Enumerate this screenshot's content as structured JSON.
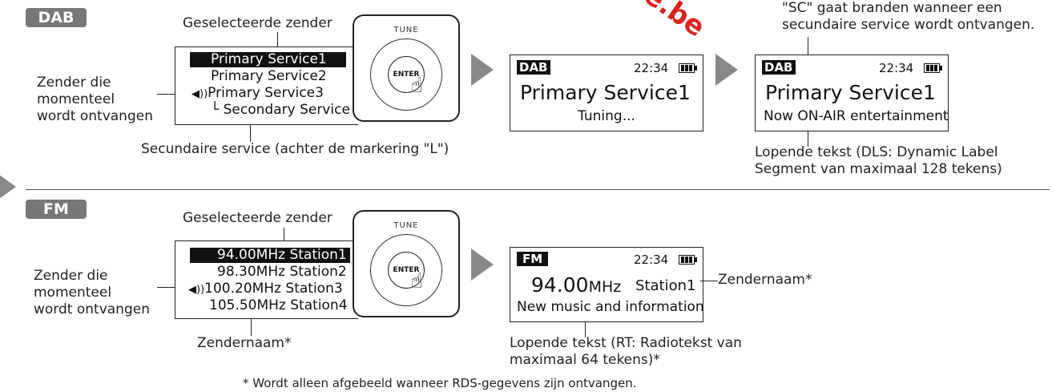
{
  "watermark": "e.be",
  "dab": {
    "tag": "DAB",
    "selected_label": "Geselecteerde zender",
    "current_label_lines": [
      "Zender die",
      "momenteel",
      "wordt ontvangen"
    ],
    "list": [
      "Primary Service1",
      "Primary Service2",
      "Primary Service3",
      "└ Secondary Service"
    ],
    "secondary_label": "Secundaire service (achter de markering \"L\")",
    "tune": "TUNE",
    "enter": "ENTER",
    "lcd1": {
      "tag": "DAB",
      "time": "22:34",
      "title": "Primary Service1",
      "line2": "Tuning..."
    },
    "lcd2": {
      "tag": "DAB",
      "time": "22:34",
      "title": "Primary Service1",
      "line2": "Now ON-AIR entertainment"
    },
    "sc_label_lines": [
      "\"SC\" gaat branden wanneer een",
      "secundaire service wordt ontvangen."
    ],
    "dls_label_lines": [
      "Lopende tekst (DLS: Dynamic Label",
      "Segment van maximaal 128 tekens)"
    ]
  },
  "fm": {
    "tag": "FM",
    "selected_label": "Geselecteerde zender",
    "current_label_lines": [
      "Zender die",
      "momenteel",
      "wordt ontvangen"
    ],
    "list": [
      "94.00MHz Station1",
      "98.30MHz Station2",
      "100.20MHz Station3",
      "105.50MHz Station4"
    ],
    "name_label": "Zendernaam*",
    "tune": "TUNE",
    "enter": "ENTER",
    "lcd": {
      "tag": "FM",
      "time": "22:34",
      "freq": "94.00",
      "unit": "MHz",
      "station": "Station1",
      "line2": "New music and information"
    },
    "lcd_name_label": "Zendernaam*",
    "rt_label_lines": [
      "Lopende tekst (RT: Radiotekst van",
      "maximaal 64 tekens)*"
    ]
  },
  "footnote": "*  Wordt alleen afgebeeld wanneer RDS-gegevens zijn ontvangen."
}
